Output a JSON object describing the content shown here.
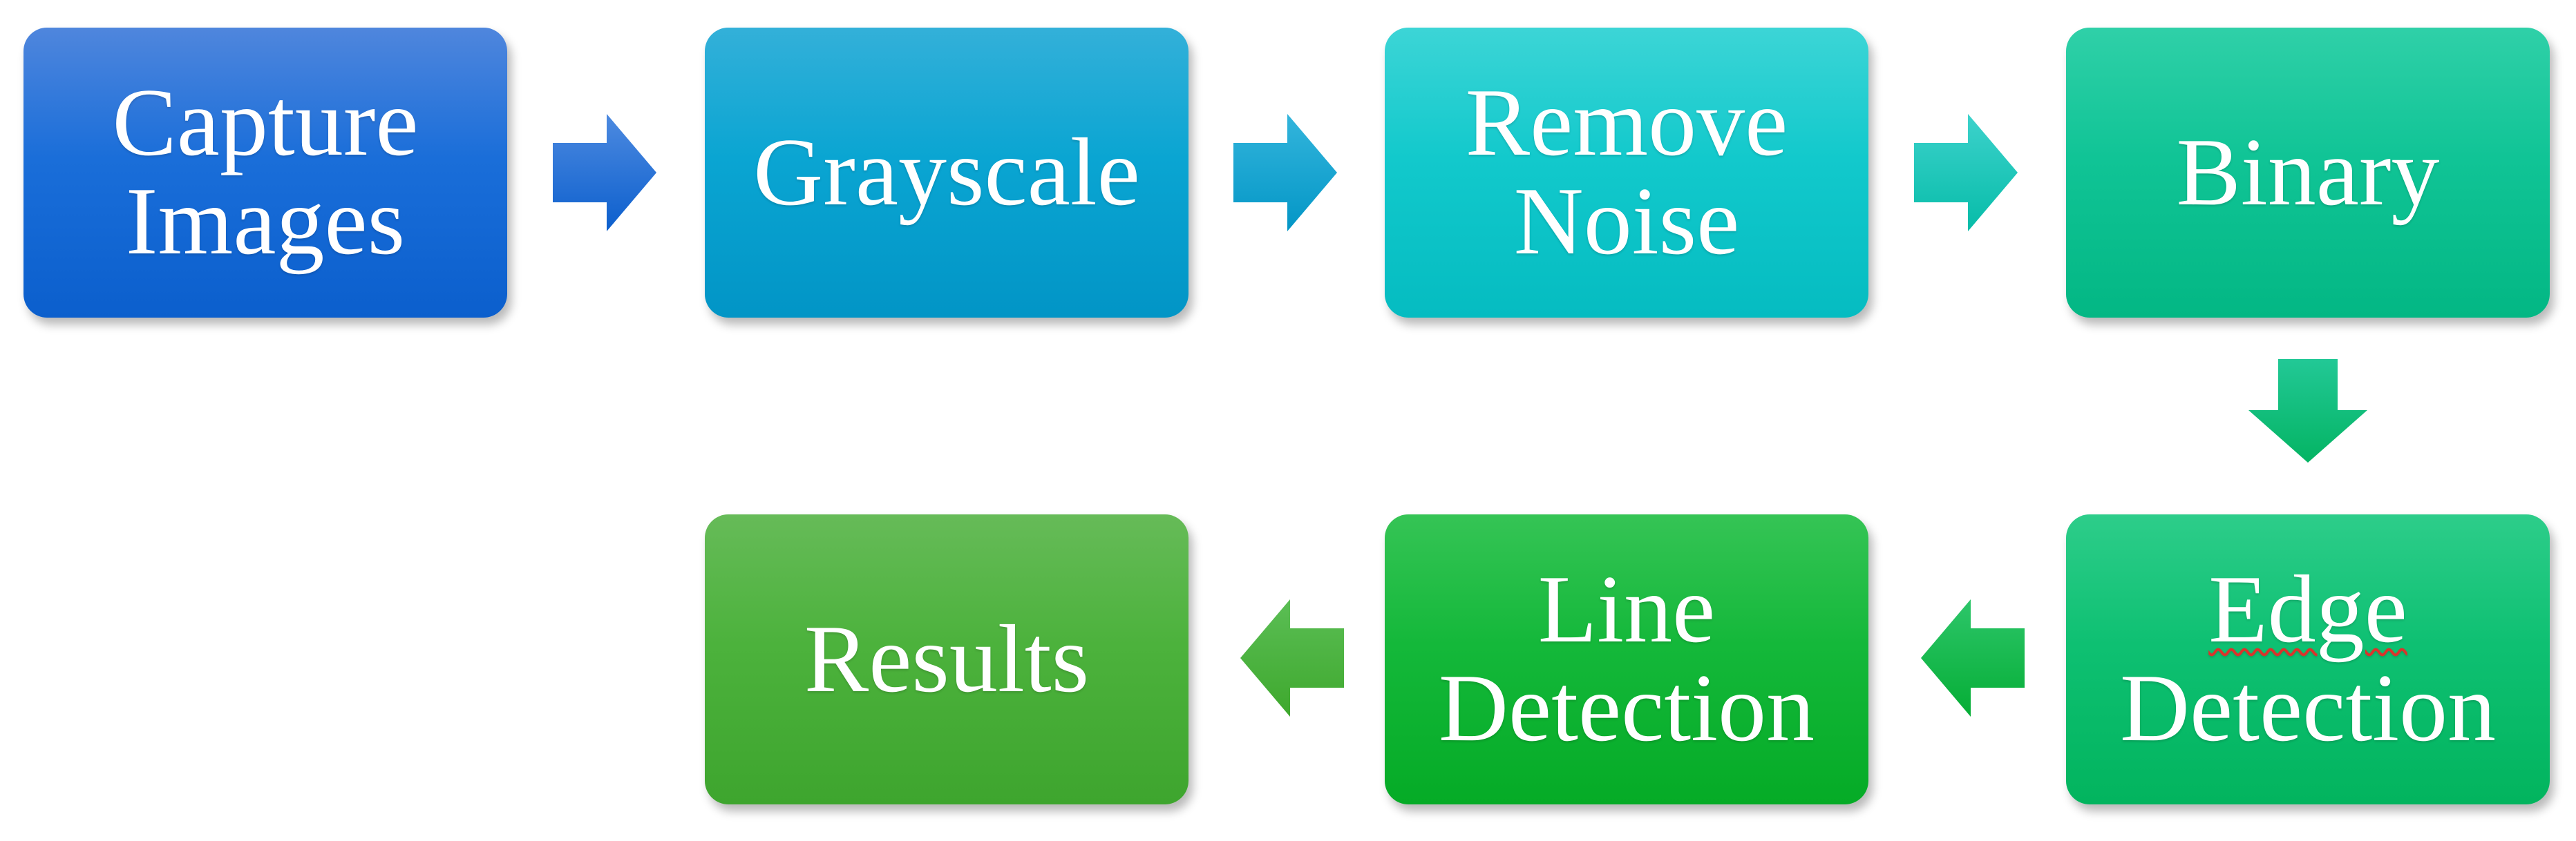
{
  "steps": {
    "capture": {
      "line1": "Capture",
      "line2": "Images"
    },
    "grayscale": {
      "label": "Grayscale"
    },
    "noise": {
      "line1": "Remove",
      "line2": "Noise"
    },
    "binary": {
      "label": "Binary"
    },
    "edge": {
      "line1": "Edge",
      "line2": "Detection"
    },
    "line": {
      "line1": "Line",
      "line2": "Detection"
    },
    "results": {
      "label": "Results"
    }
  },
  "colors": {
    "capture": "#0b5fcd",
    "grayscale": "#0295c6",
    "noise": "#05bcc1",
    "binary": "#03b784",
    "edge": "#02b45e",
    "line": "#05ab26",
    "results": "#3ea52e"
  },
  "icons": [
    "arrow-right-icon",
    "arrow-down-icon",
    "arrow-left-icon"
  ]
}
